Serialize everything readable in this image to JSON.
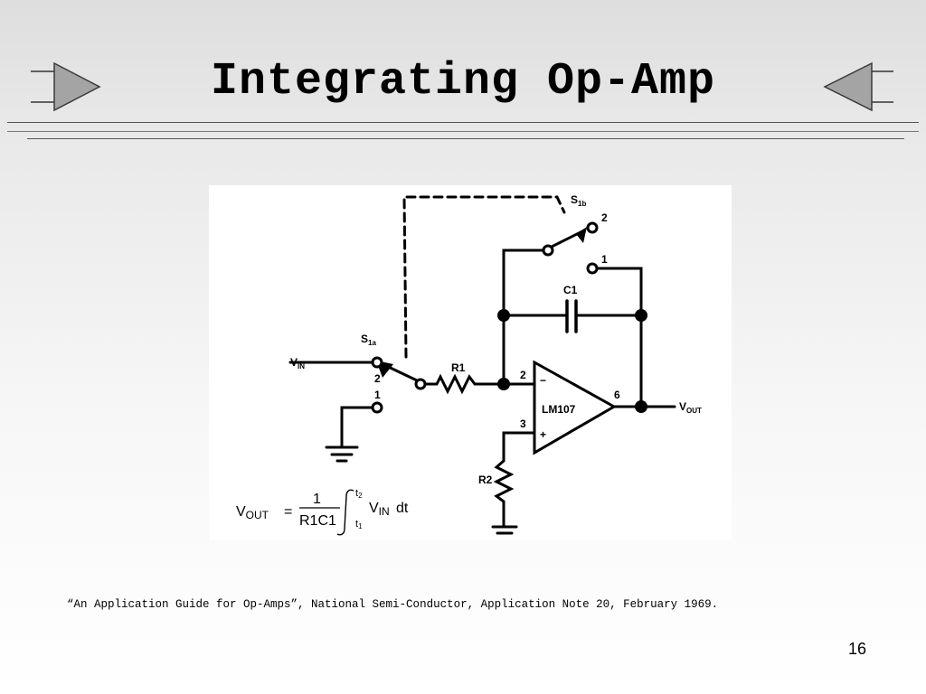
{
  "slide": {
    "title": "Integrating Op-Amp",
    "citation": "“An Application Guide for Op-Amps”, National Semi-Conductor, Application Note 20, February 1969.",
    "page_number": "16"
  },
  "circuit": {
    "labels": {
      "vin": "V",
      "vin_sub": "IN",
      "vout": "V",
      "vout_sub": "OUT",
      "switch_a": "S",
      "switch_a_sub": "1a",
      "switch_b": "S",
      "switch_b_sub": "1b",
      "switch_a_pos2": "2",
      "switch_a_pos1": "1",
      "switch_b_pos2": "2",
      "switch_b_pos1": "1",
      "resistor_r1": "R1",
      "resistor_r2": "R2",
      "capacitor_c1": "C1",
      "opamp": "LM107",
      "pin_inverting": "2",
      "pin_noninverting": "3",
      "pin_output": "6",
      "minus_sign": "−",
      "plus_sign": "+"
    },
    "equation": {
      "lhs": "V",
      "lhs_sub": "OUT",
      "equals": "=",
      "numerator": "1",
      "denominator": "R1C1",
      "upper_limit": "t",
      "upper_limit_sub": "2",
      "lower_limit": "t",
      "lower_limit_sub": "1",
      "integrand": "V",
      "integrand_sub": "IN",
      "differential": "dt"
    }
  },
  "colors": {
    "arrow_fill": "#a4a4a4",
    "arrow_stroke": "#3a3a3a"
  }
}
